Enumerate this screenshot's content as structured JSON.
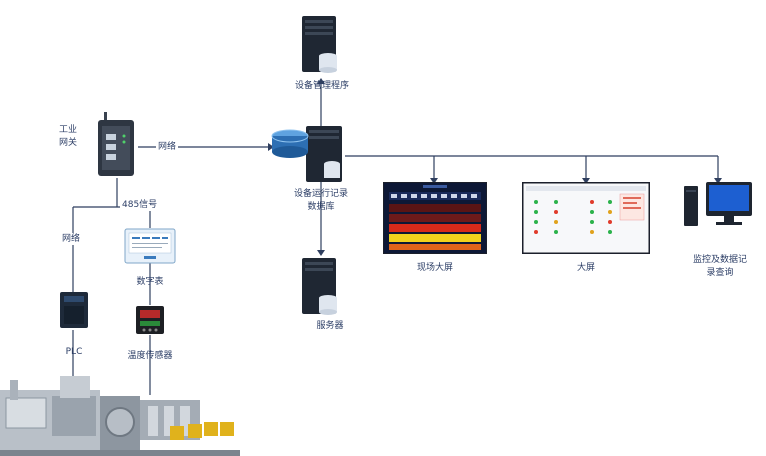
{
  "labels": {
    "gateway": [
      "工业",
      "网关"
    ],
    "link_gateway_center": "网络",
    "link_gateway_signal": "485信号",
    "link_plc": "网络",
    "plc": "PLC",
    "display_meter": "数字表",
    "temp_controller": "温度传感器",
    "top_server": "设备管理程序",
    "center_server": [
      "设备运行记录",
      "数据库"
    ],
    "bottom_server": "服务器",
    "big_screen_1": "现场大屏",
    "big_screen_2": "大屏",
    "pc": [
      "监控及数据记",
      "录查询"
    ]
  },
  "colors": {
    "line": "#2f3f5f",
    "server_dark": "#1f2733",
    "db_blue": "#2d6fb3",
    "screen_dark": "#0d1836",
    "machine_gray": "#9aa3ad",
    "roller_yellow": "#e0b21c"
  },
  "icons": [
    "gateway-device-icon",
    "plc-device-icon",
    "digital-meter-icon",
    "temperature-controller-icon",
    "server-icon",
    "database-icon",
    "big-screen-icon",
    "desktop-pc-icon",
    "production-machine-icon"
  ]
}
